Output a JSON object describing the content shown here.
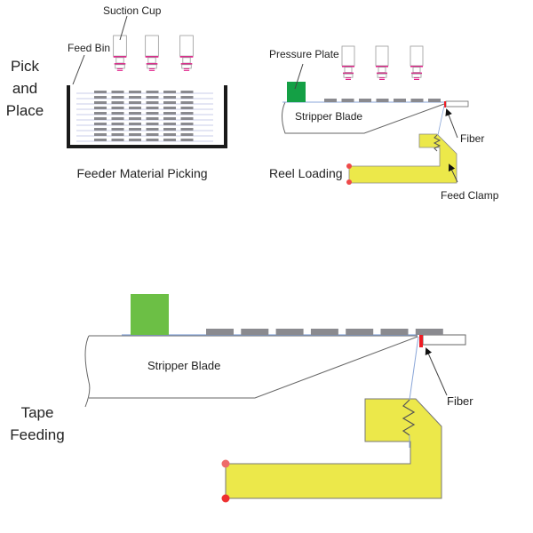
{
  "sections": {
    "pick_and_place": {
      "title_lines": [
        "Pick",
        "and",
        "Place"
      ]
    },
    "tape_feeding": {
      "title_lines": [
        "Tape",
        "Feeding"
      ]
    }
  },
  "panel_feeder": {
    "caption": "Feeder Material Picking",
    "labels": {
      "suction_cup": "Suction Cup",
      "feed_bin": "Feed Bin"
    },
    "suction_cup_count": 3,
    "component_rows": 10,
    "component_columns": 6
  },
  "panel_reel": {
    "caption": "Reel Loading",
    "labels": {
      "pressure_plate": "Pressure Plate",
      "stripper_blade": "Stripper Blade",
      "fiber": "Fiber",
      "feed_clamp": "Feed Clamp"
    },
    "suction_cup_count": 3,
    "component_count": 7
  },
  "panel_tape": {
    "labels": {
      "stripper_blade": "Stripper Blade",
      "fiber": "Fiber"
    },
    "component_count": 7
  },
  "colors": {
    "magenta": "#e0248a",
    "component_gray": "#8a8a8f",
    "pressure_plate_dark": "#14a045",
    "pressure_plate_light": "#6cbf45",
    "clamp_yellow": "#ece84a",
    "fiber_red": "#ee1c24",
    "pivot_red": "#ee4a4a",
    "tape_line_blue": "#8aa6d8",
    "bin_black": "#1a1a1a"
  }
}
